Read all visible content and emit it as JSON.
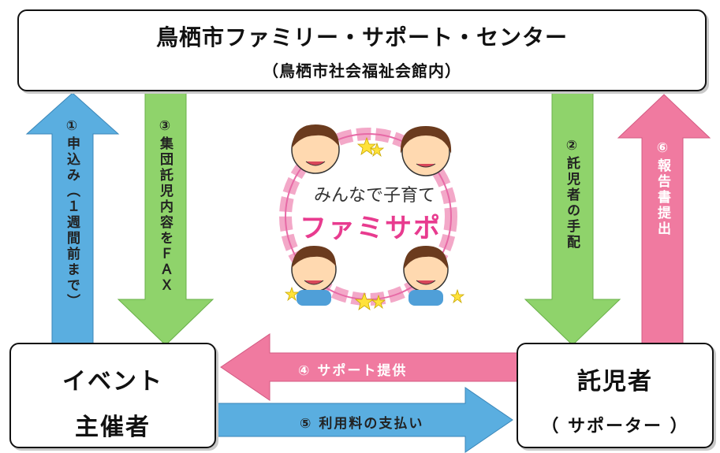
{
  "center": {
    "title": "鳥栖市ファミリー・サポート・センター",
    "subtitle": "（鳥栖市社会福祉会館内）"
  },
  "organizer": {
    "line1": "イベント",
    "line2": "主催者"
  },
  "supporter": {
    "line1": "託児者",
    "line2": "（ サポーター ）"
  },
  "flows": {
    "f1": {
      "num": "①",
      "text": "申込み（１週間前まで）"
    },
    "f2": {
      "num": "②",
      "text": "託児者の手配"
    },
    "f3": {
      "num": "③",
      "text": "集団託児内容をＦＡＸ"
    },
    "f4": {
      "num": "④",
      "text": "サポート提供"
    },
    "f5": {
      "num": "⑤",
      "text": "利用料の支払い"
    },
    "f6": {
      "num": "⑥",
      "text": "報告書提出"
    }
  },
  "logo": {
    "title": "みんなで子育て",
    "brand": "ファミサポ"
  },
  "colors": {
    "blue": "#5aaee0",
    "green": "#8fd36b",
    "pink": "#f07aa0",
    "brand": "#e83b8f",
    "wreath": "#f3a8c8"
  }
}
